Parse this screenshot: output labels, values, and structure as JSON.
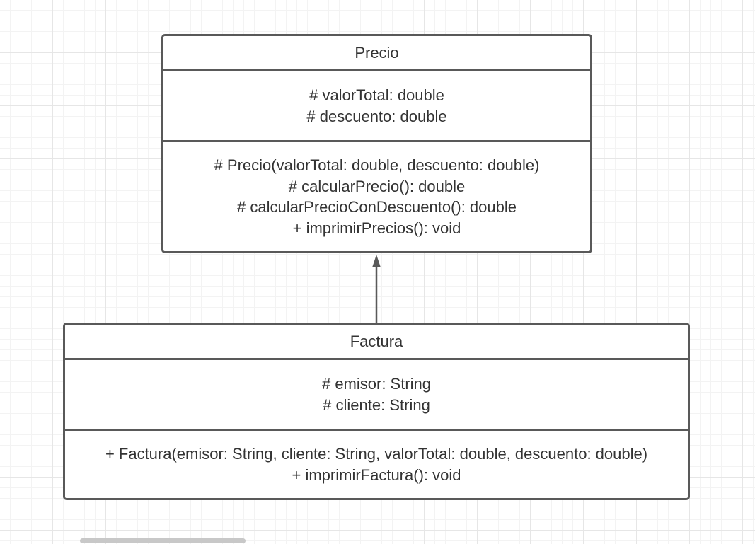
{
  "classes": {
    "precio": {
      "name": "Precio",
      "attributes": [
        "# valorTotal: double",
        "# descuento: double"
      ],
      "methods": [
        "# Precio(valorTotal: double, descuento: double)",
        "# calcularPrecio(): double",
        "# calcularPrecioConDescuento(): double",
        "+ imprimirPrecios(): void"
      ]
    },
    "factura": {
      "name": "Factura",
      "attributes": [
        "# emisor: String",
        "# cliente: String"
      ],
      "methods": [
        "+ Factura(emisor: String, cliente: String, valorTotal: double, descuento: double)",
        "+ imprimirFactura(): void"
      ]
    }
  },
  "relationship": {
    "type": "inheritance",
    "from": "Factura",
    "to": "Precio"
  },
  "colors": {
    "border": "#595959",
    "text": "#333333",
    "grid": "#e6e6e6",
    "scrollbar": "#c8c8c8"
  }
}
